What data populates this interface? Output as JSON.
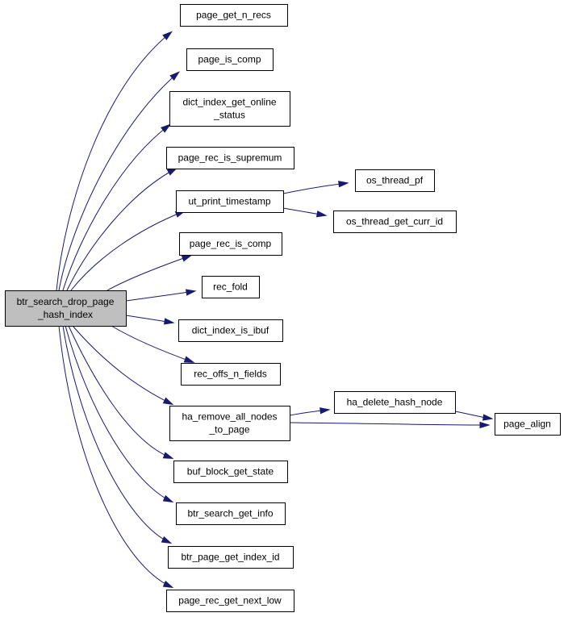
{
  "nodes": [
    {
      "id": "root",
      "lines": [
        "btr_search_drop_page",
        "_hash_index"
      ],
      "highlight": true
    },
    {
      "id": "n1",
      "lines": [
        "page_get_n_recs"
      ]
    },
    {
      "id": "n2",
      "lines": [
        "page_is_comp"
      ]
    },
    {
      "id": "n3",
      "lines": [
        "dict_index_get_online",
        "_status"
      ]
    },
    {
      "id": "n4",
      "lines": [
        "page_rec_is_supremum"
      ]
    },
    {
      "id": "n5",
      "lines": [
        "ut_print_timestamp"
      ]
    },
    {
      "id": "n6",
      "lines": [
        "os_thread_pf"
      ]
    },
    {
      "id": "n7",
      "lines": [
        "os_thread_get_curr_id"
      ]
    },
    {
      "id": "n8",
      "lines": [
        "page_rec_is_comp"
      ]
    },
    {
      "id": "n9",
      "lines": [
        "rec_fold"
      ]
    },
    {
      "id": "n10",
      "lines": [
        "dict_index_is_ibuf"
      ]
    },
    {
      "id": "n11",
      "lines": [
        "rec_offs_n_fields"
      ]
    },
    {
      "id": "n12",
      "lines": [
        "ha_remove_all_nodes",
        "_to_page"
      ]
    },
    {
      "id": "n13",
      "lines": [
        "ha_delete_hash_node"
      ]
    },
    {
      "id": "n14",
      "lines": [
        "page_align"
      ]
    },
    {
      "id": "n15",
      "lines": [
        "buf_block_get_state"
      ]
    },
    {
      "id": "n16",
      "lines": [
        "btr_search_get_info"
      ]
    },
    {
      "id": "n17",
      "lines": [
        "btr_page_get_index_id"
      ]
    },
    {
      "id": "n18",
      "lines": [
        "page_rec_get_next_low"
      ]
    }
  ],
  "edges": [
    {
      "from": "root",
      "to": "n1"
    },
    {
      "from": "root",
      "to": "n2"
    },
    {
      "from": "root",
      "to": "n3"
    },
    {
      "from": "root",
      "to": "n4"
    },
    {
      "from": "root",
      "to": "n5"
    },
    {
      "from": "n5",
      "to": "n6"
    },
    {
      "from": "n5",
      "to": "n7"
    },
    {
      "from": "root",
      "to": "n8"
    },
    {
      "from": "root",
      "to": "n9"
    },
    {
      "from": "root",
      "to": "n10"
    },
    {
      "from": "root",
      "to": "n11"
    },
    {
      "from": "root",
      "to": "n12"
    },
    {
      "from": "n12",
      "to": "n13"
    },
    {
      "from": "n12",
      "to": "n14"
    },
    {
      "from": "n13",
      "to": "n14"
    },
    {
      "from": "root",
      "to": "n15"
    },
    {
      "from": "root",
      "to": "n16"
    },
    {
      "from": "root",
      "to": "n17"
    },
    {
      "from": "root",
      "to": "n18"
    }
  ],
  "colors": {
    "edge": "#191970",
    "root_fill": "#bfbfbf",
    "node_fill": "#ffffff",
    "border": "#000000"
  }
}
